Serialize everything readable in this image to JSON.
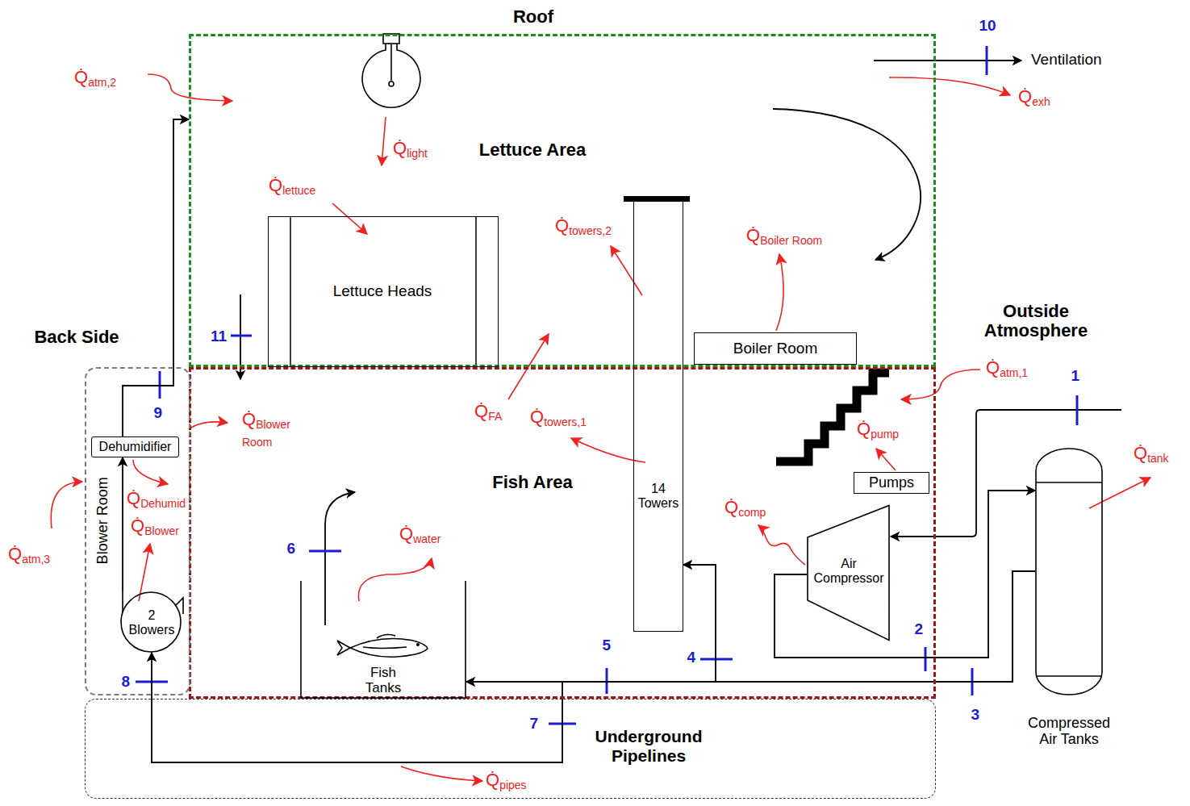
{
  "diagram": {
    "nodes": [
      {
        "text": [
          "Roof",
          "Lettuce Area"
        ]
      },
      {
        "text": [
          "Fish Area"
        ]
      },
      {
        "text": [
          "Back Side",
          "Blower Room"
        ]
      },
      {
        "text": [
          "Underground Pipelines"
        ]
      },
      {
        "text": [
          "Lettuce Heads"
        ],
        "in": 0
      },
      {
        "text": [
          "Boiler Room"
        ],
        "in": 0
      },
      {
        "text": [
          "14 Towers"
        ]
      },
      {
        "text": [
          "Fish Tanks"
        ],
        "in": 1
      },
      {
        "text": [
          "Pumps"
        ],
        "in": 1
      },
      {
        "text": [
          "Air Compressor"
        ],
        "in": 1
      },
      {
        "text": [
          "Dehumidifier"
        ],
        "in": 2
      },
      {
        "text": [
          "2 Blowers"
        ],
        "in": 2
      },
      {
        "text": [
          "Compressed Air Tanks"
        ]
      }
    ],
    "edges": [
      {
        "from": 9,
        "to": 12,
        "arrow": "to"
      },
      {
        "from": 12,
        "to": 6,
        "arrow": "to"
      },
      {
        "from": 12,
        "to": 7,
        "arrow": "to"
      },
      {
        "from": 12,
        "to": 11,
        "arrow": "to"
      },
      {
        "from": 11,
        "to": 10,
        "arrow": "to"
      },
      {
        "from": 10,
        "to": 0,
        "arrow": "to"
      }
    ],
    "labels": [
      "Q̇atm,2",
      "Q̇light",
      "Q̇lettuce",
      "Q̇towers,2",
      "Q̇Boiler Room",
      "10",
      "Ventilation",
      "Q̇exh",
      "Outside Atmosphere",
      "Q̇atm,1",
      "1",
      "Q̇tank",
      "11",
      "9",
      "Q̇Blower Room",
      "Q̇FA",
      "Q̇towers,1",
      "Q̇pump",
      "Q̇comp",
      "Q̇Dehumid",
      "Q̇Blower",
      "Q̇atm,3",
      "6",
      "Q̇water",
      "2",
      "8",
      "5",
      "4",
      "3",
      "7",
      "Q̇pipes"
    ]
  }
}
